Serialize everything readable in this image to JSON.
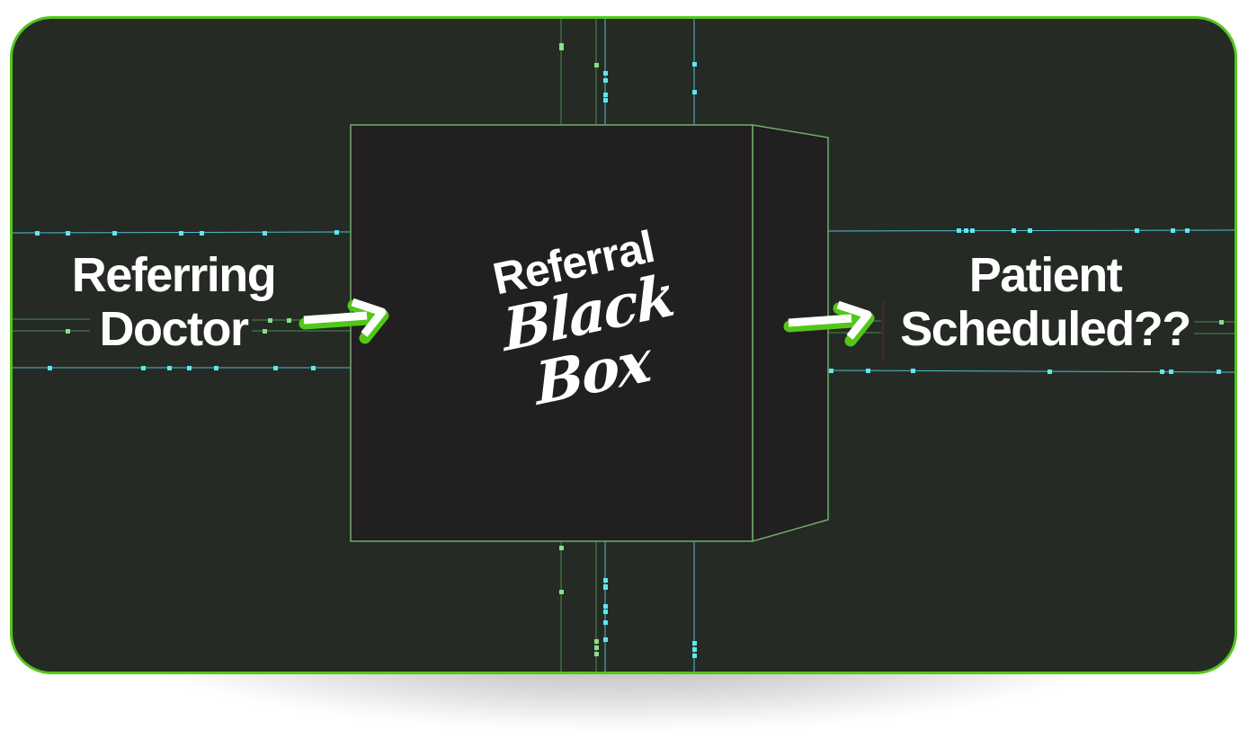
{
  "diagram": {
    "left_label": {
      "line1": "Referring",
      "line2": "Doctor"
    },
    "center_label": {
      "line1": "Referral",
      "line2": "Black Box"
    },
    "right_label": {
      "line1": "Patient",
      "line2": "Scheduled??"
    },
    "flow": [
      "Referring Doctor",
      "Referral Black Box",
      "Patient Scheduled??"
    ],
    "icons": {
      "left_arrow": "arrow-right-icon",
      "right_arrow": "arrow-right-icon"
    },
    "colors": {
      "background": "#262a25",
      "border": "#52c71a",
      "box_face": "#221f20",
      "box_edge": "#6fae6a",
      "cyan_line": "#4fbfcf",
      "cyan_node": "#5ce8f0",
      "green_line": "#4f8a52",
      "green_node": "#86e08a",
      "arrow": "#52c71a"
    }
  }
}
